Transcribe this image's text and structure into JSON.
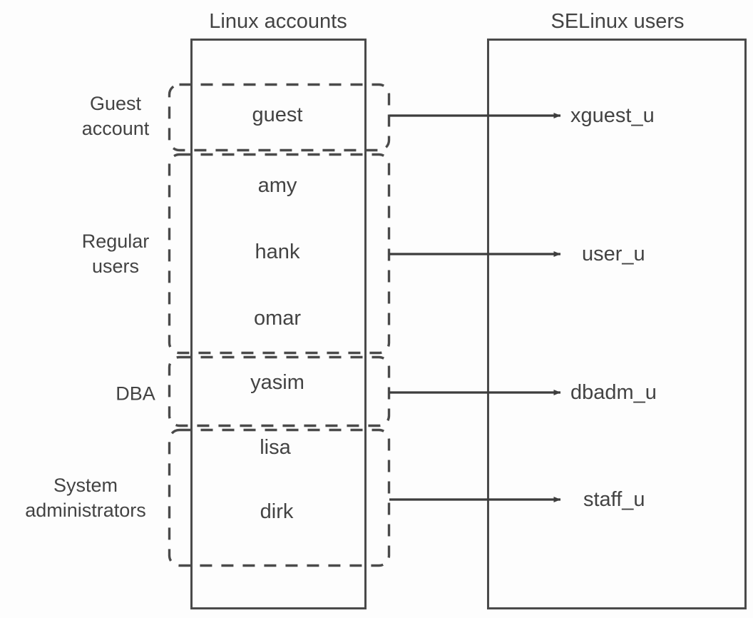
{
  "diagram": {
    "title_left": "Linux accounts",
    "title_right": "SELinux users",
    "line_color": "#4a4a4a",
    "text_color": "#434343",
    "background_color": "#fdfdfd"
  },
  "left_column": {
    "header": "Linux accounts",
    "groups": [
      {
        "label": "Guest\naccount",
        "accounts": [
          "guest"
        ],
        "maps_to": "xguest_u"
      },
      {
        "label": "Regular\nusers",
        "accounts": [
          "amy",
          "hank",
          "omar"
        ],
        "maps_to": "user_u"
      },
      {
        "label": "DBA",
        "accounts": [
          "yasim"
        ],
        "maps_to": "dbadm_u"
      },
      {
        "label": "System\nadministrators",
        "accounts": [
          "lisa",
          "dirk"
        ],
        "maps_to": "staff_u"
      }
    ]
  },
  "right_column": {
    "header": "SELinux users",
    "users": [
      "xguest_u",
      "user_u",
      "dbadm_u",
      "staff_u"
    ]
  },
  "arrows": [
    {
      "from": "guest",
      "to": "xguest_u"
    },
    {
      "from": "hank",
      "to": "user_u"
    },
    {
      "from": "yasim",
      "to": "dbadm_u"
    },
    {
      "from": "dirk",
      "to": "staff_u"
    }
  ]
}
